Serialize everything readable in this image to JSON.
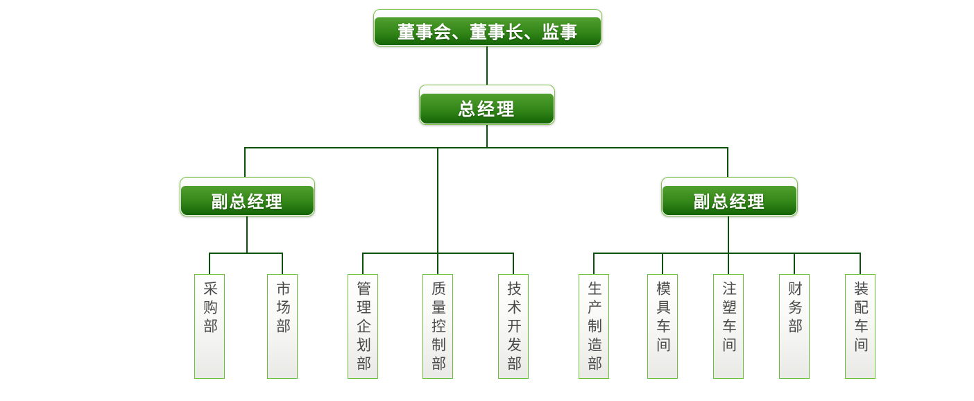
{
  "org": {
    "board": {
      "label": "董事会、董事长、监事"
    },
    "general_manager": {
      "label": "总经理"
    },
    "deputy_left": {
      "label": "副总经理",
      "departments": [
        {
          "label": "采购部"
        },
        {
          "label": "市场部"
        }
      ]
    },
    "gm_direct_departments": [
      {
        "label": "管理企划部"
      },
      {
        "label": "质量控制部"
      },
      {
        "label": "技术开发部"
      }
    ],
    "deputy_right": {
      "label": "副总经理",
      "departments": [
        {
          "label": "生产制造部"
        },
        {
          "label": "模具车间"
        },
        {
          "label": "注塑车间"
        },
        {
          "label": "财务部"
        },
        {
          "label": "装配车间"
        }
      ]
    }
  },
  "colors": {
    "node_green_top": "#519f2f",
    "node_green_bottom": "#146407",
    "node_border_green": "#7fc24a",
    "node_gloss_band": "#fdfdfd",
    "dept_border_green": "#67c23a",
    "dept_text_gray": "#4a4a4a",
    "connector_dark_green": "#0a520a",
    "background": "#ffffff"
  }
}
